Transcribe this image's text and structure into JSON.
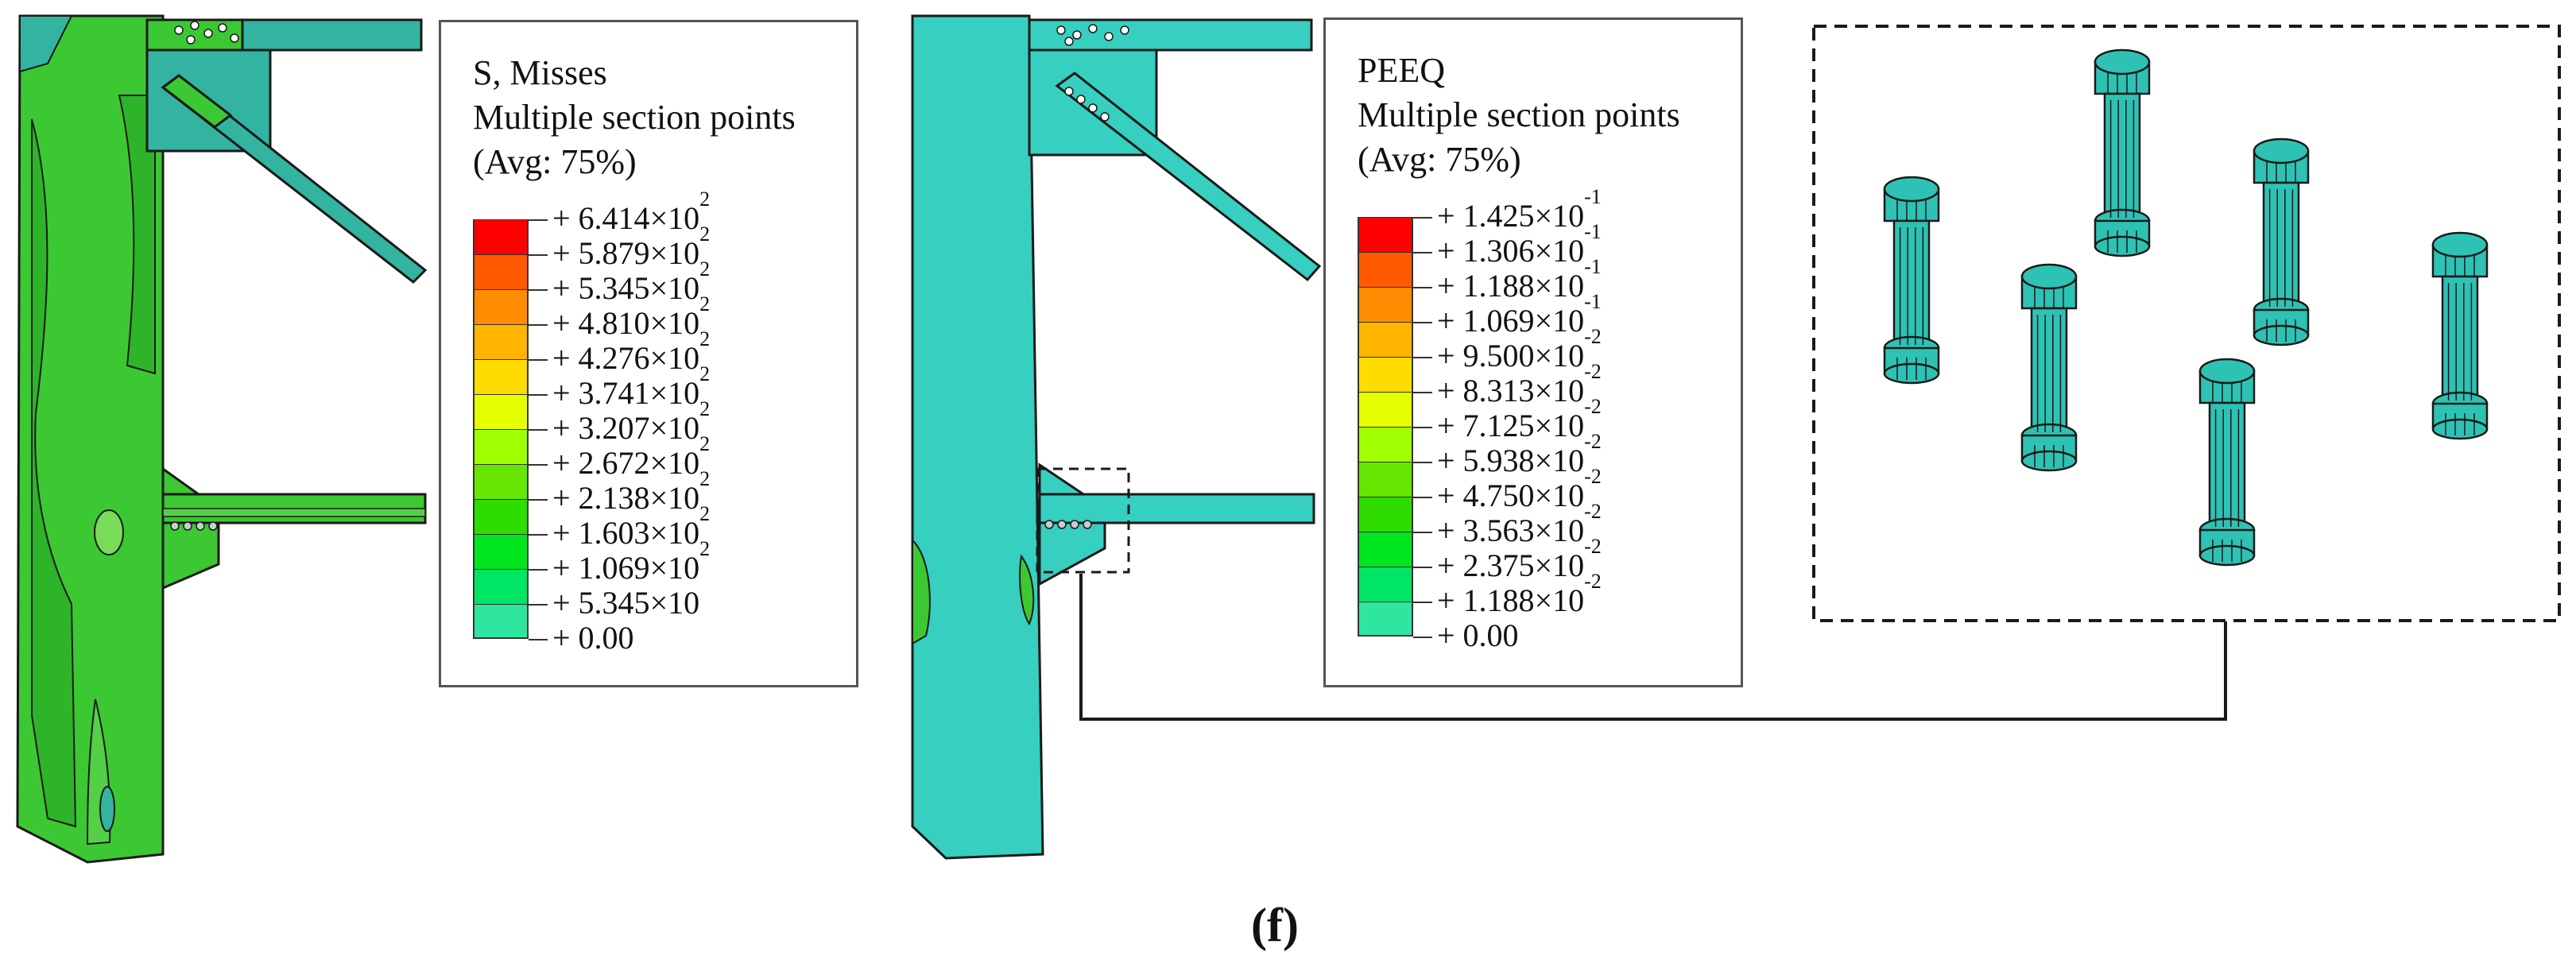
{
  "legend_left": {
    "title_lines": [
      "S, Misses",
      "Multiple section points",
      "(Avg: 75%)"
    ],
    "levels": [
      {
        "mantissa": "+ 6.414",
        "exponent": "2"
      },
      {
        "mantissa": "+ 5.879",
        "exponent": "2"
      },
      {
        "mantissa": "+ 5.345",
        "exponent": "2"
      },
      {
        "mantissa": "+ 4.810",
        "exponent": "2"
      },
      {
        "mantissa": "+ 4.276",
        "exponent": "2"
      },
      {
        "mantissa": "+ 3.741",
        "exponent": "2"
      },
      {
        "mantissa": "+ 3.207",
        "exponent": "2"
      },
      {
        "mantissa": "+ 2.672",
        "exponent": "2"
      },
      {
        "mantissa": "+ 2.138",
        "exponent": "2"
      },
      {
        "mantissa": "+ 1.603",
        "exponent": "2"
      },
      {
        "mantissa": "+ 1.069",
        "exponent": "2"
      },
      {
        "mantissa": "+ 5.345",
        "exponent": ""
      },
      {
        "mantissa": "+ 0.00",
        "exponent": null
      }
    ]
  },
  "legend_right": {
    "title_lines": [
      "PEEQ",
      "Multiple section points",
      "(Avg: 75%)"
    ],
    "levels": [
      {
        "mantissa": "+ 1.425",
        "exponent": "-1"
      },
      {
        "mantissa": "+ 1.306",
        "exponent": "-1"
      },
      {
        "mantissa": "+ 1.188",
        "exponent": "-1"
      },
      {
        "mantissa": "+ 1.069",
        "exponent": "-1"
      },
      {
        "mantissa": "+ 9.500",
        "exponent": "-2"
      },
      {
        "mantissa": "+ 8.313",
        "exponent": "-2"
      },
      {
        "mantissa": "+ 7.125",
        "exponent": "-2"
      },
      {
        "mantissa": "+ 5.938",
        "exponent": "-2"
      },
      {
        "mantissa": "+ 4.750",
        "exponent": "-2"
      },
      {
        "mantissa": "+ 3.563",
        "exponent": "-2"
      },
      {
        "mantissa": "+ 2.375",
        "exponent": "-2"
      },
      {
        "mantissa": "+ 1.188",
        "exponent": "-2"
      },
      {
        "mantissa": "+ 0.00",
        "exponent": null
      }
    ]
  },
  "colors": {
    "scale": [
      "#ff0000",
      "#ff5a00",
      "#ff8c00",
      "#ffb400",
      "#ffdc00",
      "#e6ff00",
      "#a0ff00",
      "#66e600",
      "#2edc00",
      "#00e61e",
      "#00e664",
      "#2ee6a0",
      "#33ffe6"
    ],
    "mises_column": "#3cc832",
    "mises_dark": "#28aa1e",
    "mises_plate": "#32b4a0",
    "peeq_member": "#36cfc0",
    "bolt": "#2ec2b4",
    "outline": "#1a1a1a"
  },
  "caption": "(f)"
}
